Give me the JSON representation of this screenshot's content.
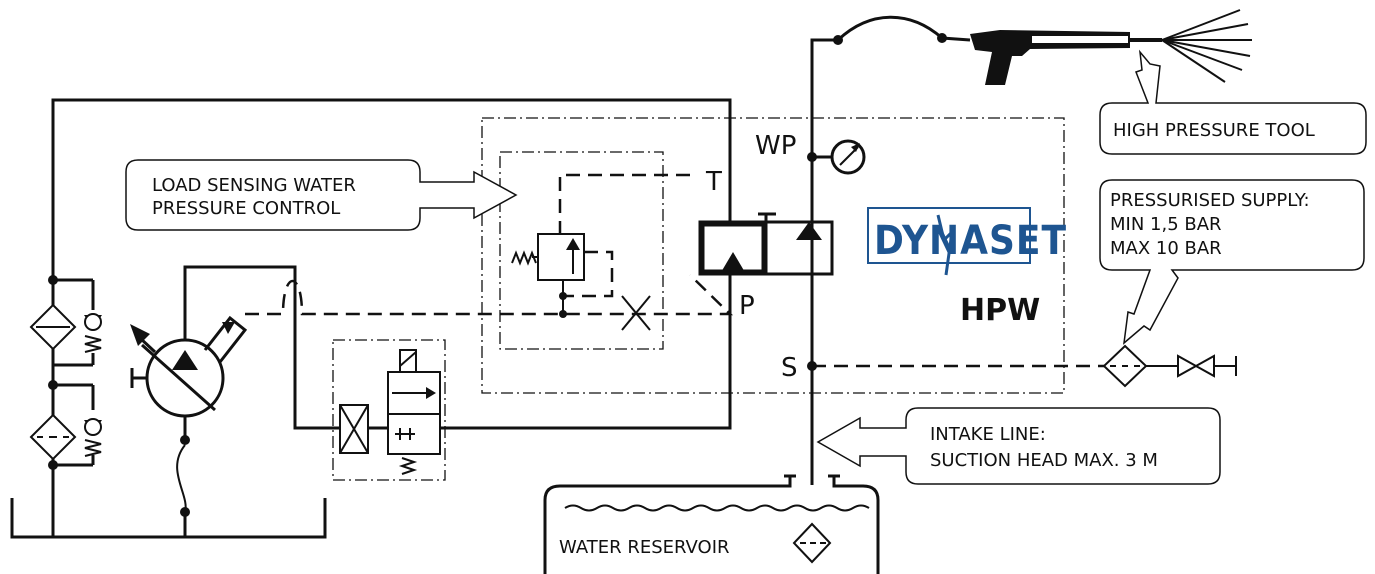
{
  "labels": {
    "high_pressure_tool": "HIGH PRESSURE TOOL",
    "load_sensing_line1": "LOAD SENSING WATER",
    "load_sensing_line2": "PRESSURE CONTROL",
    "pressurised_line1": "PRESSURISED SUPPLY:",
    "pressurised_line2": "MIN 1,5 BAR",
    "pressurised_line3": "MAX 10 BAR",
    "intake_line1": "INTAKE LINE:",
    "intake_line2": "SUCTION HEAD MAX. 3 M",
    "water_reservoir": "WATER RESERVOIR",
    "model": "HPW"
  },
  "brand": {
    "name": "DYNASET",
    "color": "#1e5591"
  },
  "ports": {
    "wp": "WP",
    "t": "T",
    "p": "P",
    "s": "S"
  }
}
